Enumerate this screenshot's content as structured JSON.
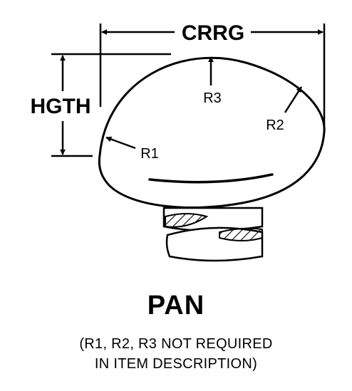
{
  "labels": {
    "crrg": "CRRG",
    "hgth": "HGTH",
    "r1": "R1",
    "r2": "R2",
    "r3": "R3"
  },
  "caption": {
    "title": "PAN",
    "note_line1": "(R1, R2, R3 NOT REQUIRED",
    "note_line2": "IN ITEM DESCRIPTION)"
  },
  "colors": {
    "ink": "#000000",
    "background": "#ffffff"
  }
}
